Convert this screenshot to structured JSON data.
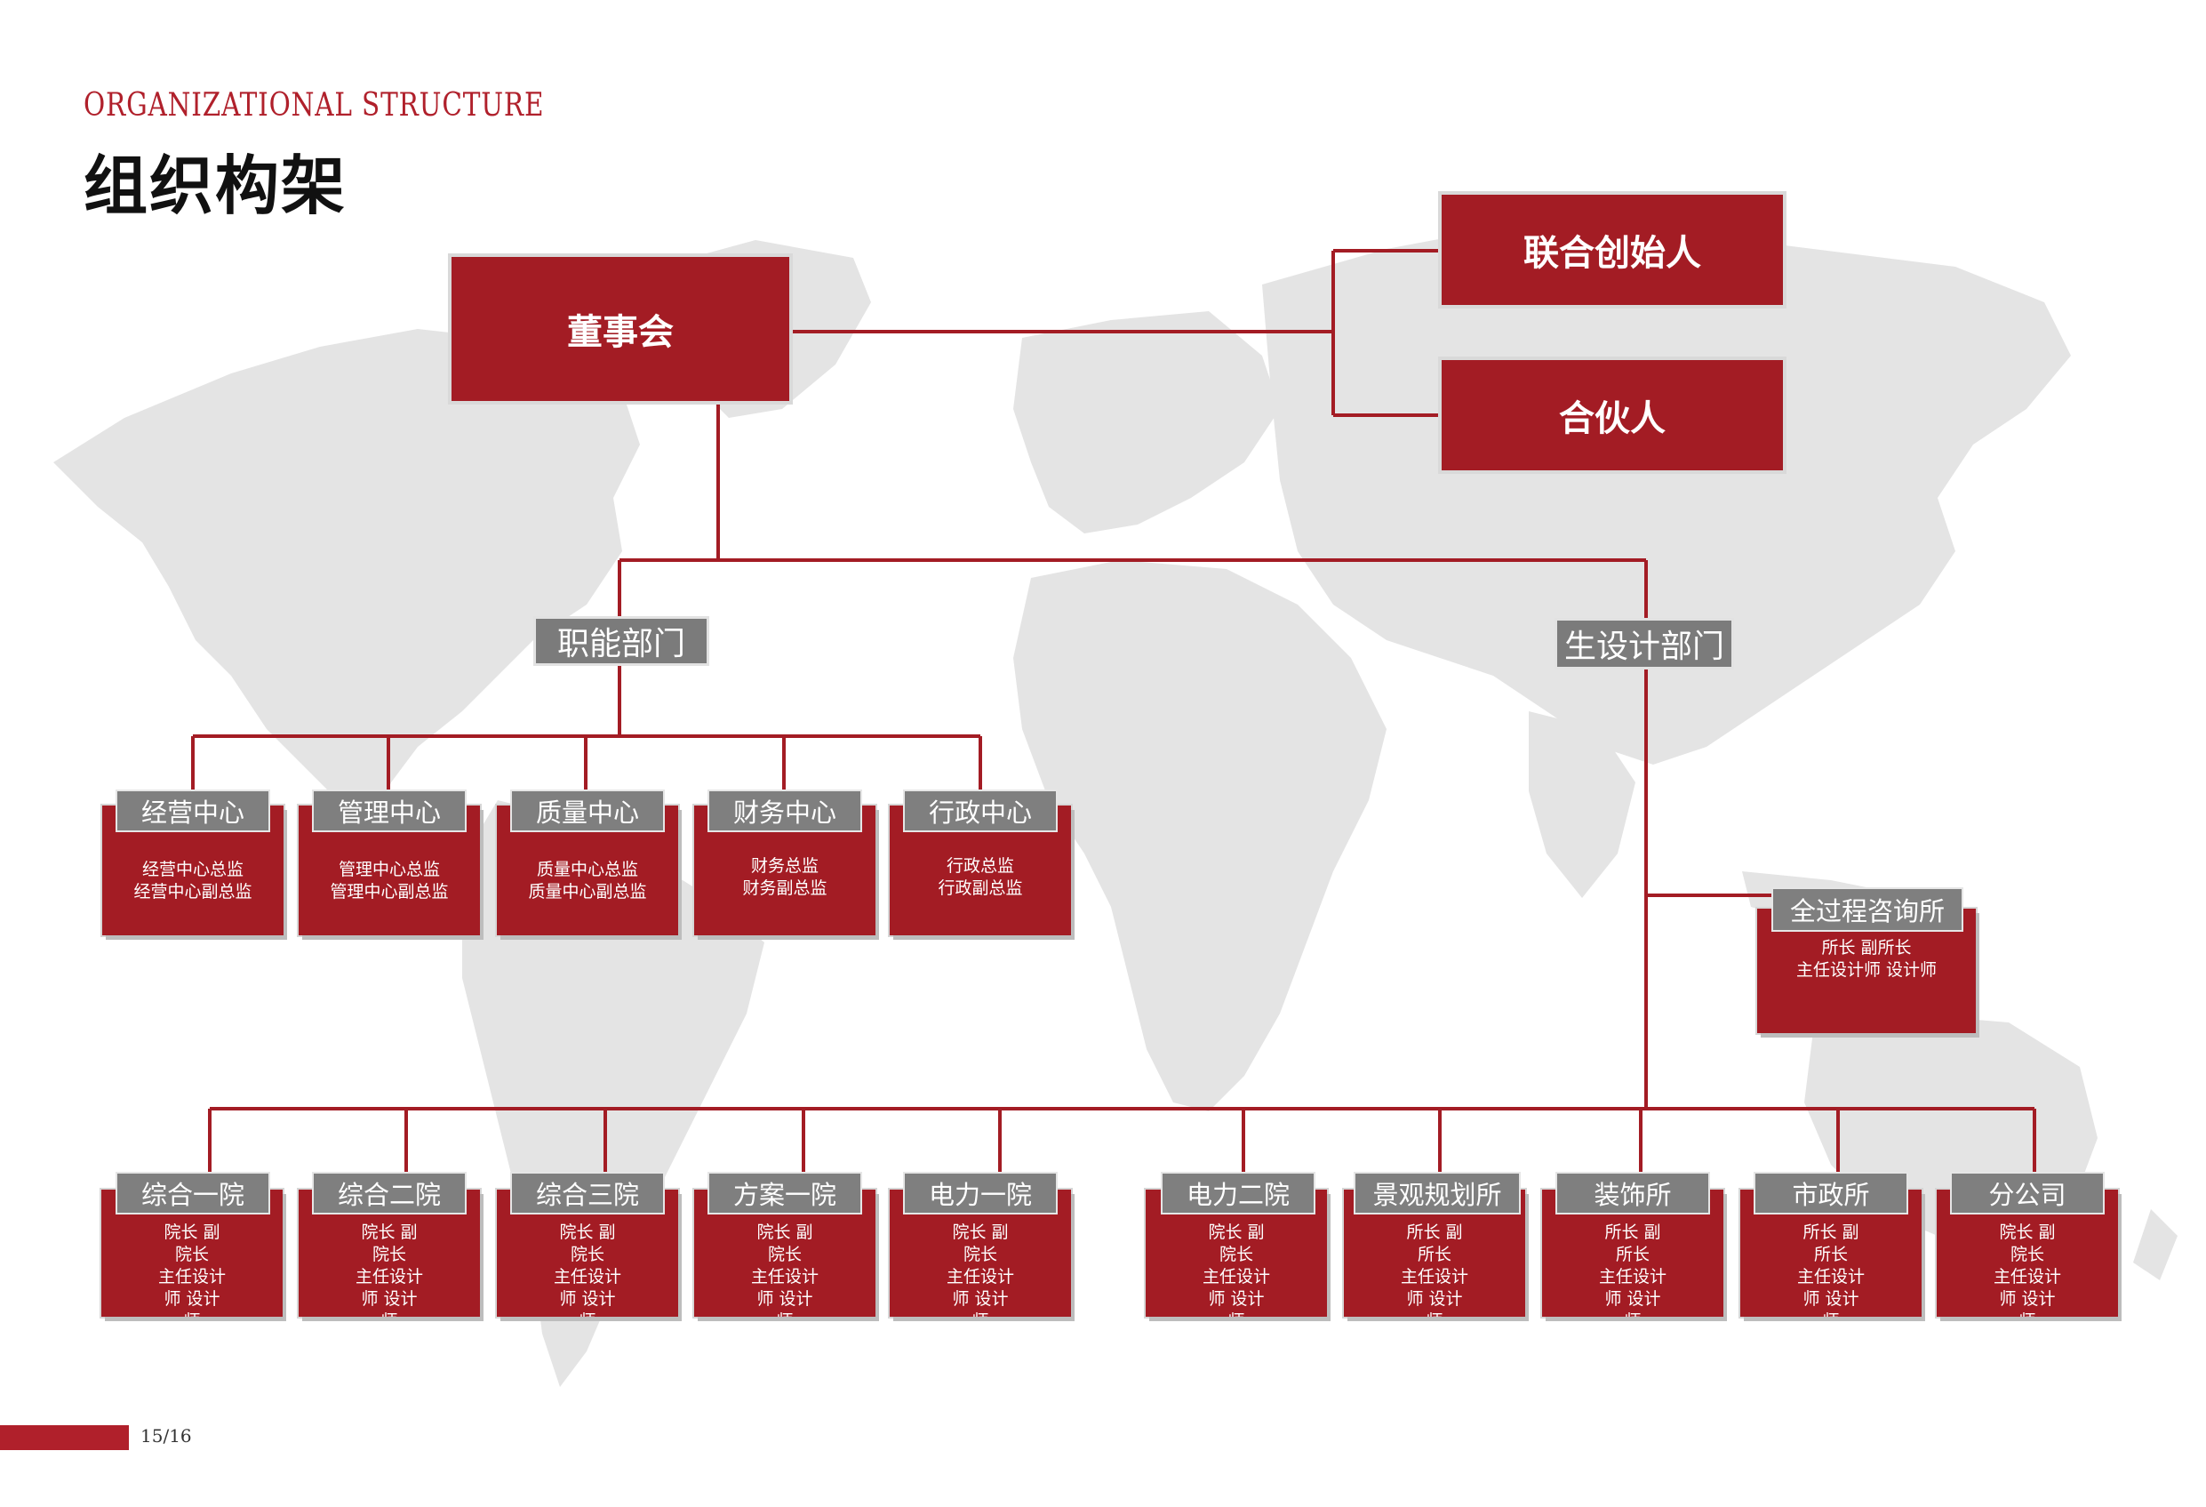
{
  "header": {
    "eyebrow": "ORGANIZATIONAL STRUCTURE",
    "title": "组织构架"
  },
  "top": {
    "board": "董事会",
    "cofounder": "联合创始人",
    "partner": "合伙人"
  },
  "departments": {
    "functional": "职能部门",
    "design": "生设计部门"
  },
  "function_centers": [
    {
      "name": "经营中心",
      "detail": "经营中心总监\n经营中心副总监"
    },
    {
      "name": "管理中心",
      "detail": "管理中心总监\n管理中心副总监"
    },
    {
      "name": "质量中心",
      "detail": "质量中心总监\n质量中心副总监"
    },
    {
      "name": "财务中心",
      "detail": "财务总监\n财务副总监"
    },
    {
      "name": "行政中心",
      "detail": "行政总监\n行政副总监"
    }
  ],
  "consulting": {
    "name": "全过程咨询所",
    "detail": "所长  副所长\n主任设计师  设计师"
  },
  "design_units": [
    {
      "name": "综合一院",
      "detail": "院长  副\n院长\n主任设计\n师  设计\n师"
    },
    {
      "name": "综合二院",
      "detail": "院长  副\n院长\n主任设计\n师  设计\n师"
    },
    {
      "name": "综合三院",
      "detail": "院长  副\n院长\n主任设计\n师  设计\n师"
    },
    {
      "name": "方案一院",
      "detail": "院长  副\n院长\n主任设计\n师  设计\n师"
    },
    {
      "name": "电力一院",
      "detail": "院长  副\n院长\n主任设计\n师  设计\n师"
    },
    {
      "name": "电力二院",
      "detail": "院长  副\n院长\n主任设计\n师  设计\n师"
    },
    {
      "name": "景观规划所",
      "detail": "所长  副\n所长\n主任设计\n师  设计\n师"
    },
    {
      "name": "装饰所",
      "detail": "所长  副\n所长\n主任设计\n师  设计\n师"
    },
    {
      "name": "市政所",
      "detail": "所长  副\n所长\n主任设计\n师  设计\n师"
    },
    {
      "name": "分公司",
      "detail": "院长  副\n院长\n主任设计\n师  设计\n师"
    }
  ],
  "footer": {
    "page": "15/16"
  },
  "colors": {
    "accent": "#a31c24",
    "label_gray": "#7f7f7f",
    "map_gray": "#e4e4e4",
    "line": "#a31c24"
  }
}
